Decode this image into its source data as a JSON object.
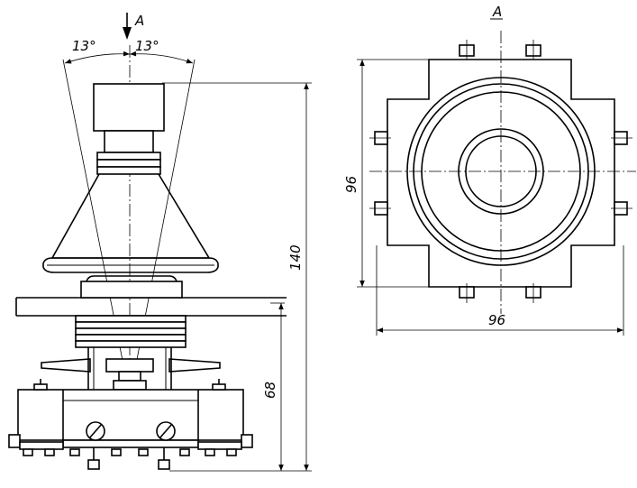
{
  "side_view": {
    "view_marker": "A",
    "angle_left": "13°",
    "angle_right": "13°",
    "dim_total_height": "140",
    "dim_lower_height": "68"
  },
  "top_view": {
    "view_label": "A",
    "dim_height": "96",
    "dim_width": "96"
  }
}
